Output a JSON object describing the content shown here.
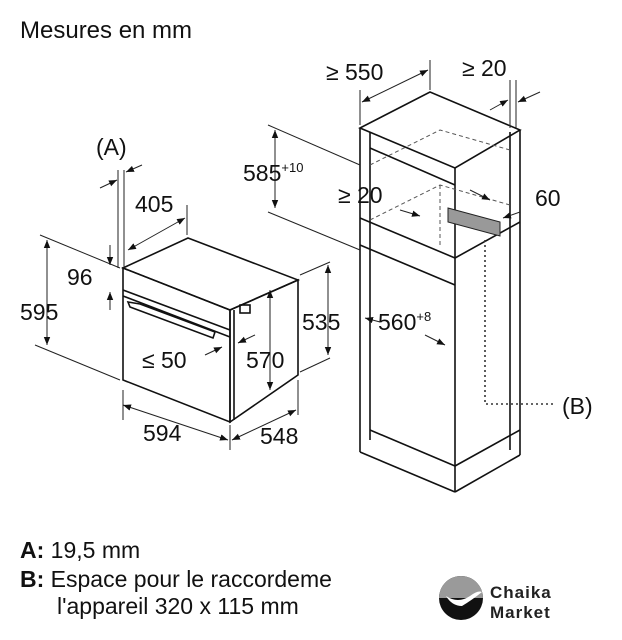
{
  "title": "Mesures en mm",
  "dimensions": {
    "A_marker": "(A)",
    "B_marker": "(B)",
    "cab_depth": "≥ 550",
    "cab_back_gap": "≥ 20",
    "niche_height": "585",
    "niche_height_tol": "+10",
    "shelf_gap": "≥ 20",
    "vent": "60",
    "oven_depth_top": "405",
    "panel_height": "96",
    "oven_height": "595",
    "side_height": "535",
    "niche_width": "560",
    "niche_width_tol": "+8",
    "handle_depth": "≤ 50",
    "body_height": "570",
    "oven_width": "594",
    "oven_depth": "548"
  },
  "legend": {
    "a_key": "A:",
    "a_text": "19,5 mm",
    "b_key": "B:",
    "b_line1": "Espace pour le raccordeme",
    "b_line2": "l'appareil 320 x 115 mm"
  },
  "logo": {
    "line1": "Chaika",
    "line2": "Market"
  }
}
